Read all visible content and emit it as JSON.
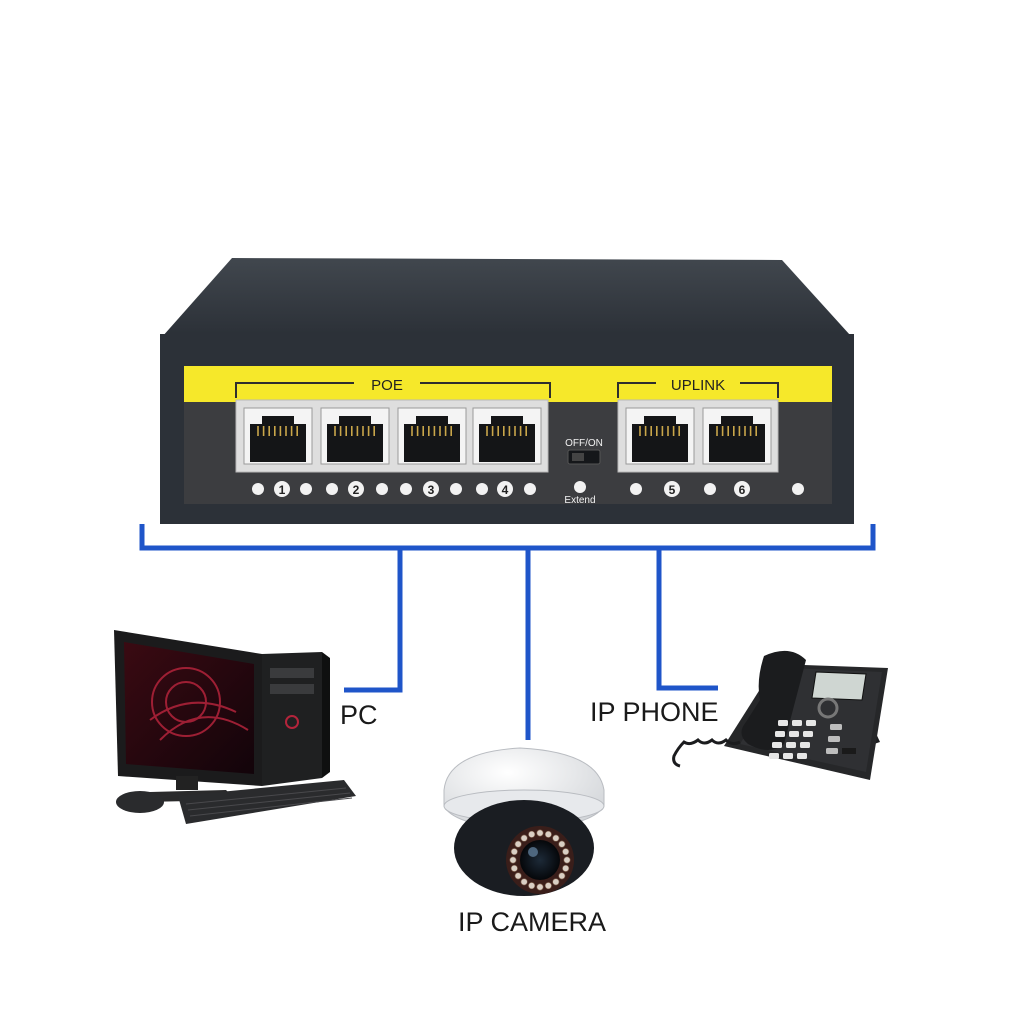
{
  "switch": {
    "poe_label": "POE",
    "uplink_label": "UPLINK",
    "switch_top_label": "OFF/ON",
    "switch_bottom_label": "Extend",
    "ports": [
      "1",
      "2",
      "3",
      "4",
      "5",
      "6"
    ],
    "colors": {
      "body": "#2c3138",
      "top": "#3a4047",
      "stripe": "#f6e82a",
      "panel": "#3c3d40"
    }
  },
  "connection": {
    "color": "#1f55c9"
  },
  "devices": {
    "pc": "PC",
    "camera": "IP CAMERA",
    "phone": "IP PHONE"
  }
}
